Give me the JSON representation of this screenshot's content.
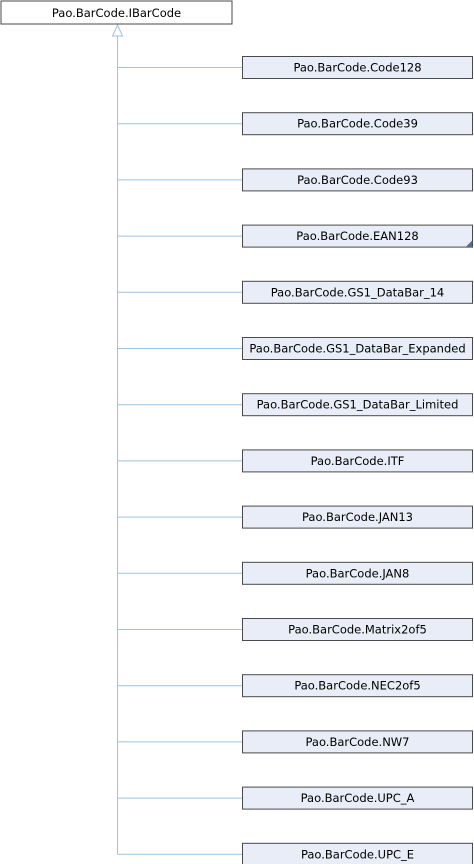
{
  "diagram": {
    "base": {
      "label": "Pao.BarCode.IBarCode"
    },
    "derived": [
      {
        "label": "Pao.BarCode.Code128",
        "has_more": false
      },
      {
        "label": "Pao.BarCode.Code39",
        "has_more": false
      },
      {
        "label": "Pao.BarCode.Code93",
        "has_more": false
      },
      {
        "label": "Pao.BarCode.EAN128",
        "has_more": true
      },
      {
        "label": "Pao.BarCode.GS1_DataBar_14",
        "has_more": false
      },
      {
        "label": "Pao.BarCode.GS1_DataBar_Expanded",
        "has_more": false
      },
      {
        "label": "Pao.BarCode.GS1_DataBar_Limited",
        "has_more": false
      },
      {
        "label": "Pao.BarCode.ITF",
        "has_more": false
      },
      {
        "label": "Pao.BarCode.JAN13",
        "has_more": false
      },
      {
        "label": "Pao.BarCode.JAN8",
        "has_more": false
      },
      {
        "label": "Pao.BarCode.Matrix2of5",
        "has_more": false
      },
      {
        "label": "Pao.BarCode.NEC2of5",
        "has_more": false
      },
      {
        "label": "Pao.BarCode.NW7",
        "has_more": false
      },
      {
        "label": "Pao.BarCode.UPC_A",
        "has_more": false
      },
      {
        "label": "Pao.BarCode.UPC_E",
        "has_more": false
      }
    ],
    "colors": {
      "base_fill": "#ffffff",
      "derived_fill": "#e8edf7",
      "border": "#4a4a4a",
      "edge": "#9cc3e0",
      "more_marker": "#4a6fa5"
    }
  }
}
